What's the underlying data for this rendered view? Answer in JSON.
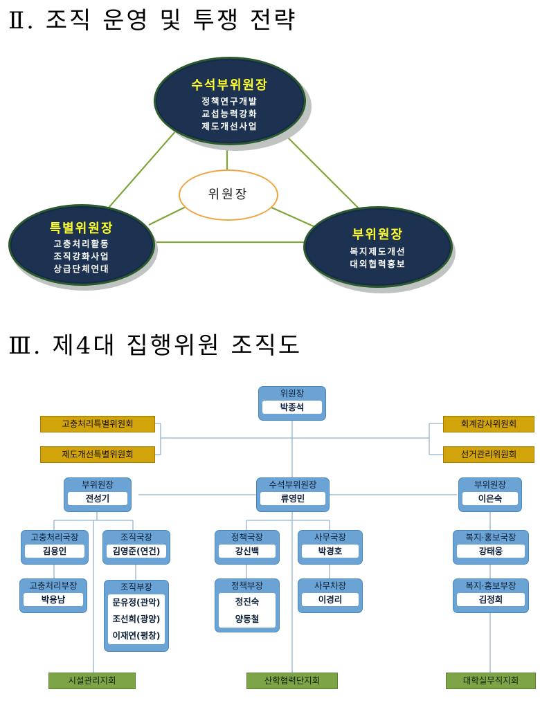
{
  "section2": {
    "heading": "Ⅱ. 조직 운영 및 투쟁 전략",
    "center": "위원장",
    "top": {
      "title": "수석부위원장",
      "lines": [
        "정책연구개발",
        "교섭능력강화",
        "제도개선사업"
      ]
    },
    "left": {
      "title": "특별위원장",
      "lines": [
        "고충처리활동",
        "조직강화사업",
        "상급단체연대"
      ]
    },
    "right": {
      "title": "부위원장",
      "lines": [
        "복지제도개선",
        "대외협력홍보"
      ]
    }
  },
  "section3": {
    "heading": "Ⅲ. 제4대 집행위원 조직도",
    "chair": {
      "role": "위원장",
      "name": "박종석"
    },
    "committees": {
      "left1": "고충처리특별위원회",
      "left2": "제도개선특별위원회",
      "right1": "회계감사위원회",
      "right2": "선거관리위원회"
    },
    "vice_left": {
      "role": "부위원장",
      "name": "전성기"
    },
    "vice_center": {
      "role": "수석부위원장",
      "name": "류영민"
    },
    "vice_right": {
      "role": "부위원장",
      "name": "이은숙"
    },
    "grievance_dir": {
      "role": "고충처리국장",
      "name": "김용인"
    },
    "org_dir": {
      "role": "조직국장",
      "name": "김영준(연건)"
    },
    "grievance_mgr": {
      "role": "고충처리부장",
      "name": "박용남"
    },
    "org_mgr": {
      "role": "조직부장",
      "names": [
        "문유정(관악)",
        "조선희(광양)",
        "이재연(평창)"
      ]
    },
    "policy_dir": {
      "role": "정책국장",
      "name": "강신백"
    },
    "office_dir": {
      "role": "사무국장",
      "name": "박경호"
    },
    "policy_mgr": {
      "role": "정책부장",
      "names": [
        "정진숙",
        "양동철"
      ]
    },
    "office_vice": {
      "role": "사무차장",
      "name": "이경리"
    },
    "welfare_dir": {
      "role": "복지·홍보국장",
      "name": "강태웅"
    },
    "welfare_mgr": {
      "role": "복지·홍보부장",
      "name": "김정희"
    },
    "branches": {
      "left": "시설관리지회",
      "center": "산학협력단지회",
      "right": "대학실무직지회"
    }
  }
}
